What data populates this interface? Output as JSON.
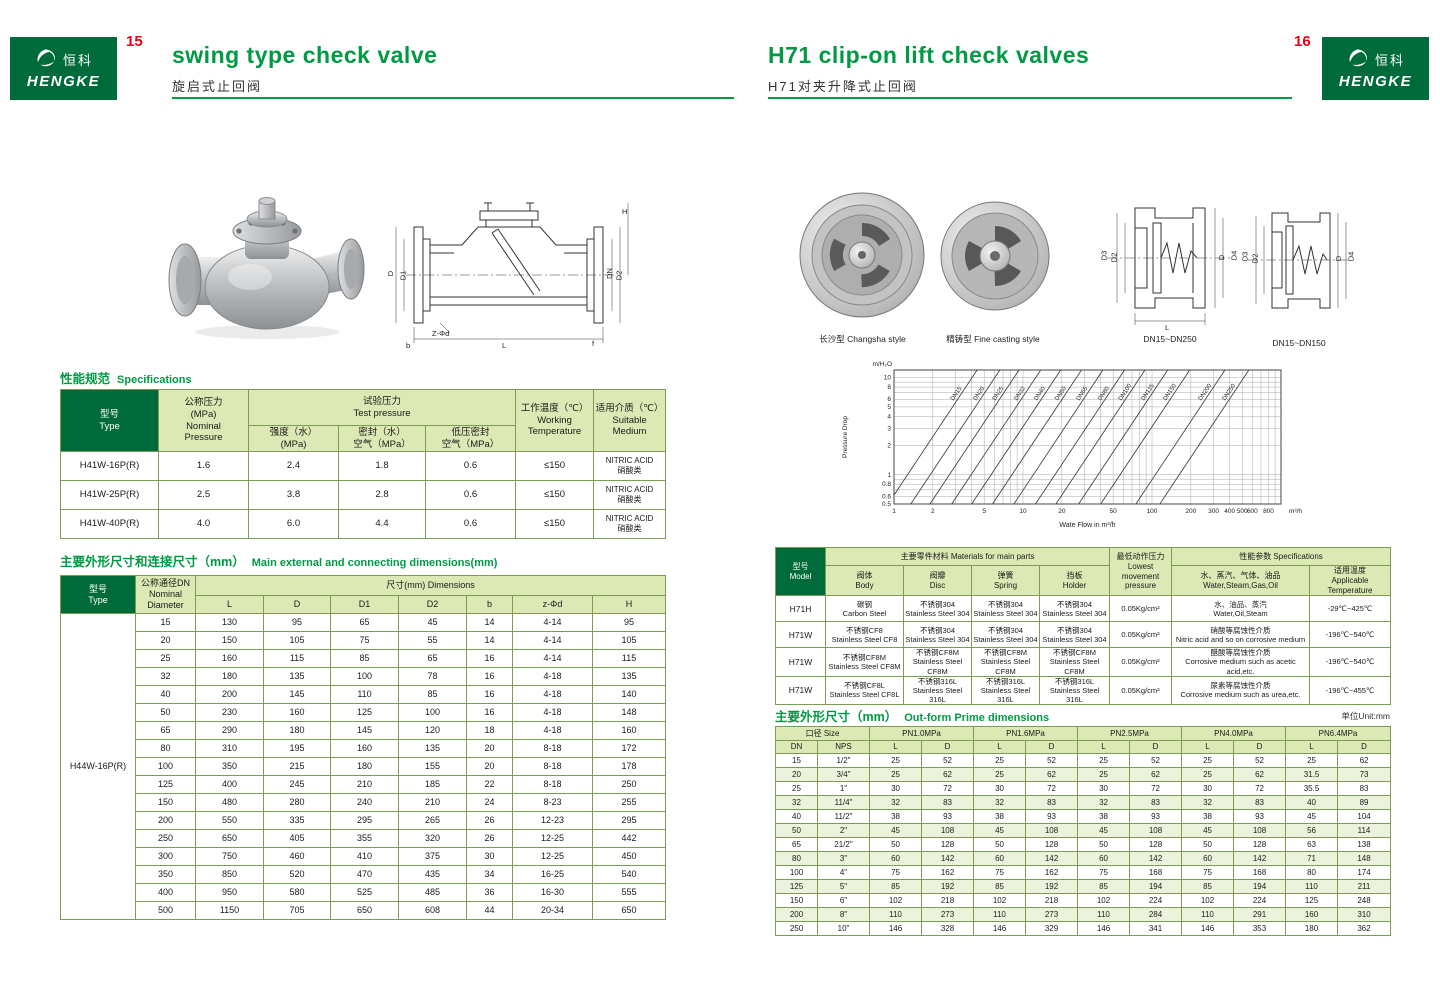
{
  "brand": {
    "cn": "恒科",
    "en": "HENGKE"
  },
  "pages": {
    "left_num": "15",
    "right_num": "16"
  },
  "left": {
    "title_en": "swing type check valve",
    "title_cn": "旋启式止回阀",
    "spec_heading": {
      "cn": "性能规范",
      "en": "Specifications"
    },
    "spec_table": {
      "headers": {
        "type": "型号\nType",
        "nominal": "公称压力\n(MPa)\nNominal\nPressure",
        "test": "试验压力\nTest pressure",
        "strength": "强度（水）\n(MPa)",
        "seal": "密封（水）\n空气（MPa）",
        "low": "低压密封\n空气（MPa）",
        "temp": "工作温度（℃）\nWorking\nTemperature",
        "medium": "适用介质（℃）\nSuitable\nMedium"
      },
      "rows": [
        [
          "H41W-16P(R)",
          "1.6",
          "2.4",
          "1.8",
          "0.6",
          "≤150",
          "NITRIC ACID\n硝酸类"
        ],
        [
          "H41W-25P(R)",
          "2.5",
          "3.8",
          "2.8",
          "0.6",
          "≤150",
          "NITRIC ACID\n硝酸类"
        ],
        [
          "H41W-40P(R)",
          "4.0",
          "6.0",
          "4.4",
          "0.6",
          "≤150",
          "NITRIC ACID\n硝酸类"
        ]
      ]
    },
    "dim_heading": {
      "cn": "主要外形尺寸和连接尺寸（mm）",
      "en": "Main external and connecting dimensions(mm)"
    },
    "dim_table": {
      "headers": {
        "type": "型号\nType",
        "dn": "公称通径DN\nNominal\nDiameter",
        "dims": "尺寸(mm) Dimensions",
        "cols": [
          "L",
          "D",
          "D1",
          "D2",
          "b",
          "z-Φd",
          "H"
        ]
      },
      "model": "H44W-16P(R)",
      "rows": [
        [
          "15",
          "130",
          "95",
          "65",
          "45",
          "14",
          "4-14",
          "95"
        ],
        [
          "20",
          "150",
          "105",
          "75",
          "55",
          "14",
          "4-14",
          "105"
        ],
        [
          "25",
          "160",
          "115",
          "85",
          "65",
          "16",
          "4-14",
          "115"
        ],
        [
          "32",
          "180",
          "135",
          "100",
          "78",
          "16",
          "4-18",
          "135"
        ],
        [
          "40",
          "200",
          "145",
          "110",
          "85",
          "16",
          "4-18",
          "140"
        ],
        [
          "50",
          "230",
          "160",
          "125",
          "100",
          "16",
          "4-18",
          "148"
        ],
        [
          "65",
          "290",
          "180",
          "145",
          "120",
          "18",
          "4-18",
          "160"
        ],
        [
          "80",
          "310",
          "195",
          "160",
          "135",
          "20",
          "8-18",
          "172"
        ],
        [
          "100",
          "350",
          "215",
          "180",
          "155",
          "20",
          "8-18",
          "178"
        ],
        [
          "125",
          "400",
          "245",
          "210",
          "185",
          "22",
          "8-18",
          "250"
        ],
        [
          "150",
          "480",
          "280",
          "240",
          "210",
          "24",
          "8-23",
          "255"
        ],
        [
          "200",
          "550",
          "335",
          "295",
          "265",
          "26",
          "12-23",
          "295"
        ],
        [
          "250",
          "650",
          "405",
          "355",
          "320",
          "26",
          "12-25",
          "442"
        ],
        [
          "300",
          "750",
          "460",
          "410",
          "375",
          "30",
          "12-25",
          "450"
        ],
        [
          "350",
          "850",
          "520",
          "470",
          "435",
          "34",
          "16-25",
          "540"
        ],
        [
          "400",
          "950",
          "580",
          "525",
          "485",
          "36",
          "16-30",
          "555"
        ],
        [
          "500",
          "1150",
          "705",
          "650",
          "608",
          "44",
          "20-34",
          "650"
        ]
      ]
    },
    "drawing_labels": [
      "H",
      "D",
      "D1",
      "DN",
      "D2",
      "L",
      "Z-Φd",
      "b",
      "f"
    ]
  },
  "right": {
    "title_en": "H71 clip-on lift check valves",
    "title_cn": "H71对夹升降式止回阀",
    "photo1_caption": "长沙型 Changsha style",
    "photo2_caption": "精铸型 Fine casting style",
    "drawing1": {
      "labels": [
        "D3",
        "D2",
        "D",
        "D4",
        "L"
      ],
      "caption": "DN15~DN250"
    },
    "drawing2": {
      "labels": [
        "D3",
        "D2",
        "D",
        "D4"
      ],
      "caption": "DN15~DN150"
    },
    "material_table": {
      "headers": {
        "model": "型号\nModel",
        "materials": "主要零件材料 Materials for main parts",
        "body": "阀体\nBody",
        "disc": "阀瓣\nDisc",
        "spring": "弹簧\nSpring",
        "holder": "挡板\nHolder",
        "pressure": "最低动作压力\nLowest movement\npressure",
        "specs": "性能参数 Specifications",
        "medium": "水、蒸汽、气体、油品\nWater,Steam,Gas,Oil",
        "temp": "适用温度\nApplicable\nTemperature"
      },
      "rows": [
        [
          "H71H",
          "碳钢\nCarbon Steel",
          "不锈钢304\nStainless Steel 304",
          "不锈钢304\nStainless Steel 304",
          "不锈钢304\nStainless Steel 304",
          "0.05Kg/cm²",
          "水、油品、蒸汽\nWater,Oil,Steam",
          "-29℃~425℃"
        ],
        [
          "H71W",
          "不锈钢CF8\nStainless Steel CF8",
          "不锈钢304\nStainless Steel 304",
          "不锈钢304\nStainless Steel 304",
          "不锈钢304\nStainless Steel 304",
          "0.05Kg/cm²",
          "硝酸等腐蚀性介质\nNitric acid and so on corrosive medium",
          "-196℃~540℃"
        ],
        [
          "H71W",
          "不锈钢CF8M\nStainless Steel CF8M",
          "不锈钢CF8M\nStainless Steel CF8M",
          "不锈钢CF8M\nStainless Steel CF8M",
          "不锈钢CF8M\nStainless Steel CF8M",
          "0.05Kg/cm²",
          "醋酸等腐蚀性介质\nCorrosive medium such as acetic acid,etc.",
          "-196℃~540℃"
        ],
        [
          "H71W",
          "不锈钢CF8L\nStainless Steel CF8L",
          "不锈钢316L\nStainless Steel 316L",
          "不锈钢316L\nStainless Steel 316L",
          "不锈钢316L\nStainless Steel 316L",
          "0.05Kg/cm²",
          "尿素等腐蚀性介质\nCorrosive medium such as urea,etc.",
          "-196℃~455℃"
        ]
      ]
    },
    "outform_heading": {
      "cn": "主要外形尺寸（mm）",
      "en": "Out-form Prime dimensions",
      "unit": "单位Unit:mm"
    },
    "outform_table": {
      "size_header": "口径 Size",
      "groups": [
        "PN1.0MPa",
        "PN1.6MPa",
        "PN2.5MPa",
        "PN4.0MPa",
        "PN6.4MPa"
      ],
      "sub": [
        "DN",
        "NPS",
        "L",
        "D",
        "L",
        "D",
        "L",
        "D",
        "L",
        "D",
        "L",
        "D"
      ],
      "rows": [
        [
          "15",
          "1/2\"",
          "25",
          "52",
          "25",
          "52",
          "25",
          "52",
          "25",
          "52",
          "25",
          "62"
        ],
        [
          "20",
          "3/4\"",
          "25",
          "62",
          "25",
          "62",
          "25",
          "62",
          "25",
          "62",
          "31.5",
          "73"
        ],
        [
          "25",
          "1\"",
          "30",
          "72",
          "30",
          "72",
          "30",
          "72",
          "30",
          "72",
          "35.5",
          "83"
        ],
        [
          "32",
          "11/4\"",
          "32",
          "83",
          "32",
          "83",
          "32",
          "83",
          "32",
          "83",
          "40",
          "89"
        ],
        [
          "40",
          "11/2\"",
          "38",
          "93",
          "38",
          "93",
          "38",
          "93",
          "38",
          "93",
          "45",
          "104"
        ],
        [
          "50",
          "2\"",
          "45",
          "108",
          "45",
          "108",
          "45",
          "108",
          "45",
          "108",
          "56",
          "114"
        ],
        [
          "65",
          "21/2\"",
          "50",
          "128",
          "50",
          "128",
          "50",
          "128",
          "50",
          "128",
          "63",
          "138"
        ],
        [
          "80",
          "3\"",
          "60",
          "142",
          "60",
          "142",
          "60",
          "142",
          "60",
          "142",
          "71",
          "148"
        ],
        [
          "100",
          "4\"",
          "75",
          "162",
          "75",
          "162",
          "75",
          "168",
          "75",
          "168",
          "80",
          "174"
        ],
        [
          "125",
          "5\"",
          "85",
          "192",
          "85",
          "192",
          "85",
          "194",
          "85",
          "194",
          "110",
          "211"
        ],
        [
          "150",
          "6\"",
          "102",
          "218",
          "102",
          "218",
          "102",
          "224",
          "102",
          "224",
          "125",
          "248"
        ],
        [
          "200",
          "8\"",
          "110",
          "273",
          "110",
          "273",
          "110",
          "284",
          "110",
          "291",
          "160",
          "310"
        ],
        [
          "250",
          "10\"",
          "146",
          "328",
          "146",
          "329",
          "146",
          "341",
          "146",
          "353",
          "180",
          "362"
        ]
      ]
    }
  },
  "chart_data": {
    "type": "line",
    "scale": "log-log",
    "y_unit": "m/H₂O",
    "ylabel": "Pressure Drop",
    "xlabel": "Wate Flow in m³/h",
    "x_right_unit": "m³/h",
    "xlim": [
      1,
      1000
    ],
    "ylim": [
      0.5,
      12
    ],
    "x_ticks": [
      1,
      2,
      5,
      10,
      20,
      50,
      100,
      200,
      300,
      400,
      500,
      600,
      800
    ],
    "y_ticks": [
      0.5,
      0.6,
      0.8,
      1,
      2,
      3,
      4,
      5,
      6,
      8,
      10
    ],
    "slope": 2,
    "series": [
      {
        "name": "DN15",
        "x_at_ymin": 0.9
      },
      {
        "name": "DN20",
        "x_at_ymin": 1.35
      },
      {
        "name": "DN25",
        "x_at_ymin": 1.9
      },
      {
        "name": "DN32",
        "x_at_ymin": 2.8
      },
      {
        "name": "DN40",
        "x_at_ymin": 4.0
      },
      {
        "name": "DN50",
        "x_at_ymin": 5.8
      },
      {
        "name": "DN65",
        "x_at_ymin": 8.5
      },
      {
        "name": "DN80",
        "x_at_ymin": 12.5
      },
      {
        "name": "DN100",
        "x_at_ymin": 18
      },
      {
        "name": "DN125",
        "x_at_ymin": 27
      },
      {
        "name": "DN150",
        "x_at_ymin": 40
      },
      {
        "name": "DN200",
        "x_at_ymin": 75
      },
      {
        "name": "DN250",
        "x_at_ymin": 115
      }
    ]
  }
}
